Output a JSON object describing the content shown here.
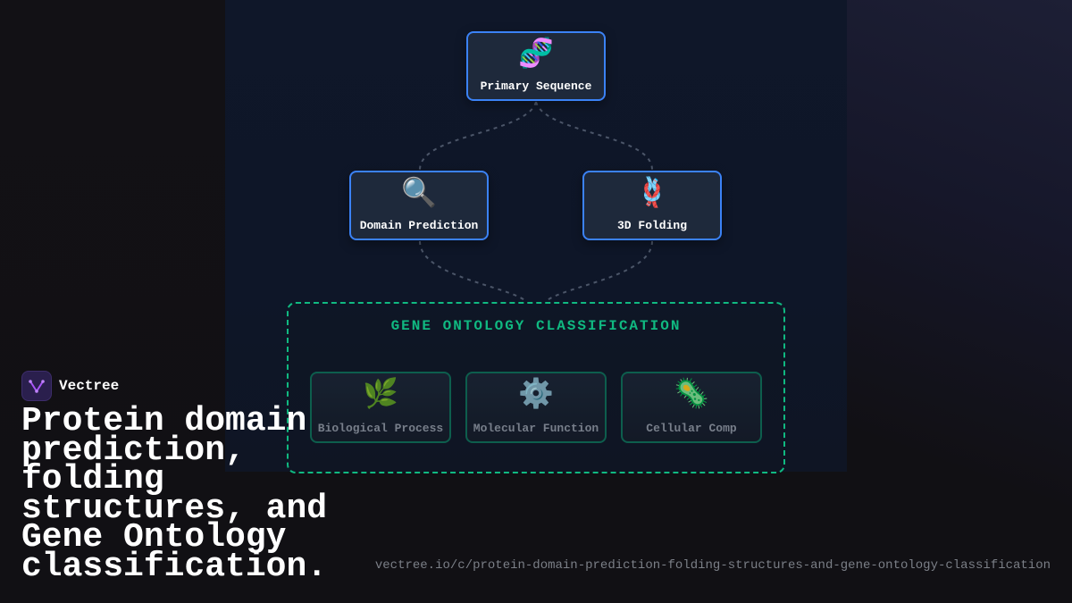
{
  "brand": {
    "name": "Vectree",
    "logo_icon": "vectree-logo-icon",
    "logo_color": "#a855f7"
  },
  "headline": "Protein domain prediction, folding structures, and Gene Ontology classification.",
  "url": "vectree.io/c/protein-domain-prediction-folding-structures-and-gene-ontology-classification",
  "diagram": {
    "nodes": {
      "primary": {
        "label": "Primary Sequence",
        "icon": "🧬",
        "icon_name": "dna-icon"
      },
      "domain": {
        "label": "Domain Prediction",
        "icon": "🔍",
        "icon_name": "magnifier-icon"
      },
      "folding": {
        "label": "3D Folding",
        "icon": "🪢",
        "icon_name": "knot-icon"
      }
    },
    "go_group": {
      "title": "GENE ONTOLOGY CLASSIFICATION",
      "items": [
        {
          "label": "Biological Process",
          "icon": "🌿",
          "icon_name": "herb-icon"
        },
        {
          "label": "Molecular Function",
          "icon": "⚙️",
          "icon_name": "gear-icon"
        },
        {
          "label": "Cellular Comp",
          "icon": "🦠",
          "icon_name": "microbe-icon"
        }
      ]
    },
    "colors": {
      "node_border": "#3b82f6",
      "go_border": "#10b981",
      "connector": "#4b5568"
    }
  }
}
